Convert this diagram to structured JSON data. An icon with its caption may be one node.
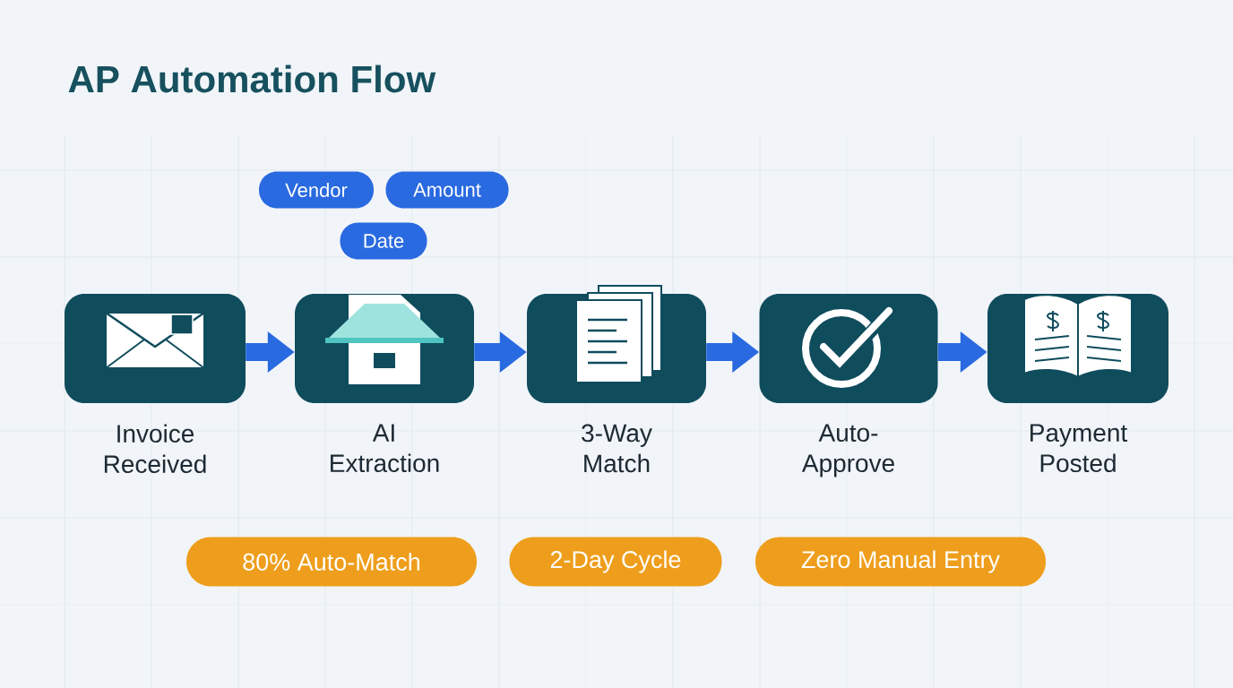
{
  "diagram": {
    "title": "AP Automation Flow",
    "nodes": [
      {
        "text": [
          "Vendor"
        ]
      },
      {
        "text": [
          "Amount"
        ]
      },
      {
        "text": [
          "Date"
        ]
      },
      {
        "text": [
          "Invoice Received"
        ]
      },
      {
        "text": [
          "AI Extraction"
        ]
      },
      {
        "text": [
          "3-Way Match"
        ]
      },
      {
        "text": [
          "Auto-Approve"
        ]
      },
      {
        "text": [
          "Payment Posted"
        ]
      },
      {
        "text": [
          "80% Auto-Match"
        ]
      },
      {
        "text": [
          "2-Day Cycle"
        ]
      },
      {
        "text": [
          "Zero Manual Entry"
        ]
      }
    ],
    "edges": [
      {
        "from": 3,
        "to": 4,
        "arrow": "to"
      },
      {
        "from": 4,
        "to": 5,
        "arrow": "to"
      },
      {
        "from": 5,
        "to": 6,
        "arrow": "to"
      },
      {
        "from": 6,
        "to": 7,
        "arrow": "to"
      }
    ]
  }
}
